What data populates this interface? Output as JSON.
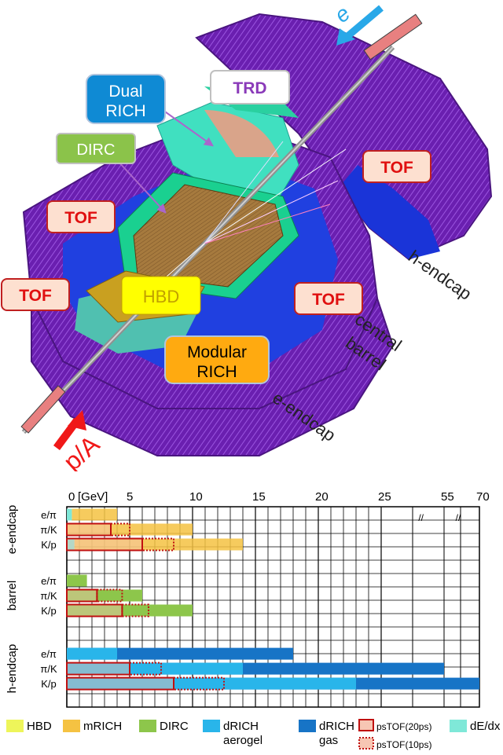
{
  "detector": {
    "beam_electron": "e",
    "beam_hadron": "p/A",
    "subsystems": {
      "dual_rich": [
        "Dual",
        "RICH"
      ],
      "trd": "TRD",
      "dirc": "DIRC",
      "hbd": "HBD",
      "modular_rich": [
        "Modular",
        "RICH"
      ],
      "tof": "TOF"
    },
    "regions": {
      "h_endcap": "h-endcap",
      "central_barrel": [
        "central",
        "barrel"
      ],
      "e_endcap": "e-endcap"
    }
  },
  "chart_data": {
    "type": "bar",
    "axis_unit": "[GeV]",
    "tick_labels": [
      "0",
      "5",
      "10",
      "15",
      "20",
      "25",
      "55",
      "70"
    ],
    "tick_values": [
      0,
      5,
      10,
      15,
      20,
      25,
      55,
      70
    ],
    "axis_break_marks": [
      "//",
      "//"
    ],
    "regions": [
      {
        "name": "e-endcap",
        "rows": [
          "e/π",
          "π/K",
          "K/p"
        ]
      },
      {
        "name": "barrel",
        "rows": [
          "e/π",
          "π/K",
          "K/p"
        ]
      },
      {
        "name": "h-endcap",
        "rows": [
          "e/π",
          "π/K",
          "K/p"
        ]
      }
    ],
    "ranges": [
      {
        "region": 0,
        "row": 0,
        "detector": "dE/dx",
        "from": 0,
        "to": 0.4
      },
      {
        "region": 0,
        "row": 0,
        "detector": "mRICH",
        "from": 0.4,
        "to": 4
      },
      {
        "region": 0,
        "row": 1,
        "detector": "mRICH",
        "from": 0,
        "to": 10
      },
      {
        "region": 0,
        "row": 1,
        "detector": "psTOF(20ps)",
        "from": 0,
        "to": 3.5
      },
      {
        "region": 0,
        "row": 1,
        "detector": "psTOF(10ps)",
        "from": 3.5,
        "to": 5
      },
      {
        "region": 0,
        "row": 2,
        "detector": "dE/dx",
        "from": 0,
        "to": 0.6
      },
      {
        "region": 0,
        "row": 2,
        "detector": "mRICH",
        "from": 0.6,
        "to": 14
      },
      {
        "region": 0,
        "row": 2,
        "detector": "psTOF(20ps)",
        "from": 0,
        "to": 6
      },
      {
        "region": 0,
        "row": 2,
        "detector": "psTOF(10ps)",
        "from": 6,
        "to": 8.5
      },
      {
        "region": 1,
        "row": 0,
        "detector": "DIRC",
        "from": 0,
        "to": 1.6
      },
      {
        "region": 1,
        "row": 1,
        "detector": "DIRC",
        "from": 0,
        "to": 6
      },
      {
        "region": 1,
        "row": 1,
        "detector": "psTOF(20ps)",
        "from": 0,
        "to": 2.4
      },
      {
        "region": 1,
        "row": 1,
        "detector": "psTOF(10ps)",
        "from": 2.4,
        "to": 4.4
      },
      {
        "region": 1,
        "row": 2,
        "detector": "DIRC",
        "from": 0,
        "to": 10
      },
      {
        "region": 1,
        "row": 2,
        "detector": "psTOF(20ps)",
        "from": 0,
        "to": 4.4
      },
      {
        "region": 1,
        "row": 2,
        "detector": "psTOF(10ps)",
        "from": 4.4,
        "to": 6.5
      },
      {
        "region": 2,
        "row": 0,
        "detector": "dRICH gas",
        "from": 0,
        "to": 18
      },
      {
        "region": 2,
        "row": 0,
        "detector": "dRICH aerogel",
        "from": 0,
        "to": 4
      },
      {
        "region": 2,
        "row": 1,
        "detector": "dRICH gas",
        "from": 0,
        "to": 55
      },
      {
        "region": 2,
        "row": 1,
        "detector": "dRICH aerogel",
        "from": 0,
        "to": 14
      },
      {
        "region": 2,
        "row": 1,
        "detector": "psTOF(20ps)",
        "from": 0,
        "to": 5
      },
      {
        "region": 2,
        "row": 1,
        "detector": "psTOF(10ps)",
        "from": 5,
        "to": 7.5
      },
      {
        "region": 2,
        "row": 2,
        "detector": "dRICH gas",
        "from": 0,
        "to": 70
      },
      {
        "region": 2,
        "row": 2,
        "detector": "dRICH aerogel",
        "from": 0,
        "to": 23
      },
      {
        "region": 2,
        "row": 2,
        "detector": "psTOF(20ps)",
        "from": 0,
        "to": 8.5
      },
      {
        "region": 2,
        "row": 2,
        "detector": "psTOF(10ps)",
        "from": 8.5,
        "to": 12.5
      }
    ],
    "legend": [
      {
        "key": "HBD",
        "label": [
          "HBD"
        ],
        "color": "#eef55a",
        "style": "solid"
      },
      {
        "key": "mRICH",
        "label": [
          "mRICH"
        ],
        "color": "#f5c242",
        "style": "solid"
      },
      {
        "key": "DIRC",
        "label": [
          "DIRC"
        ],
        "color": "#8dc64b",
        "style": "solid"
      },
      {
        "key": "dRICH aerogel",
        "label": [
          "dRICH",
          "aerogel"
        ],
        "color": "#29b5ea",
        "style": "solid"
      },
      {
        "key": "dRICH gas",
        "label": [
          "dRICH",
          "gas"
        ],
        "color": "#1774c6",
        "style": "solid"
      },
      {
        "key": "psTOF(20ps)",
        "label": [
          "psTOF(20ps)"
        ],
        "color": "#f7c6b4",
        "style": "solid-outline"
      },
      {
        "key": "psTOF(10ps)",
        "label": [
          "psTOF(10ps)"
        ],
        "color": "#f7c6b4",
        "style": "dotted-outline"
      },
      {
        "key": "dE/dx",
        "label": [
          "dE/dx"
        ],
        "color": "#7fe8d8",
        "style": "solid"
      }
    ]
  }
}
